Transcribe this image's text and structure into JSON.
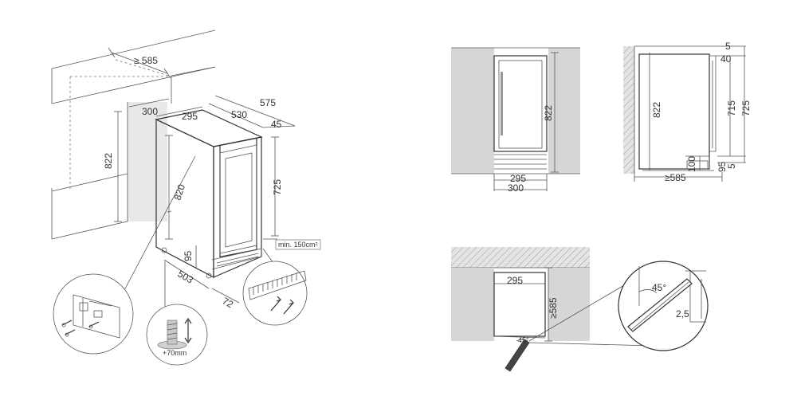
{
  "iso_view": {
    "dims": {
      "d585": "≥ 585",
      "d300": "300",
      "d295": "295",
      "d530": "530",
      "d575": "575",
      "d45": "45",
      "d822": "822",
      "d820": "820",
      "d725": "725",
      "d95": "95",
      "d503": "503",
      "d72": "72"
    },
    "vent_note": "min. 150cm²",
    "foot_note": "+70mm"
  },
  "front_view": {
    "dims": {
      "height": "822",
      "w295": "295",
      "w300": "300"
    }
  },
  "side_view": {
    "dims": {
      "d5top": "5",
      "d40": "40",
      "d822": "822",
      "d715": "715",
      "d725": "725",
      "d100": "100",
      "d95": "95",
      "d5bot": "5",
      "d585": "≥585"
    }
  },
  "top_view": {
    "dims": {
      "w295": "295",
      "d585": "≥585",
      "angle_small": "45°"
    }
  },
  "detail_view": {
    "dims": {
      "angle": "45°",
      "gap": "2,5"
    }
  }
}
